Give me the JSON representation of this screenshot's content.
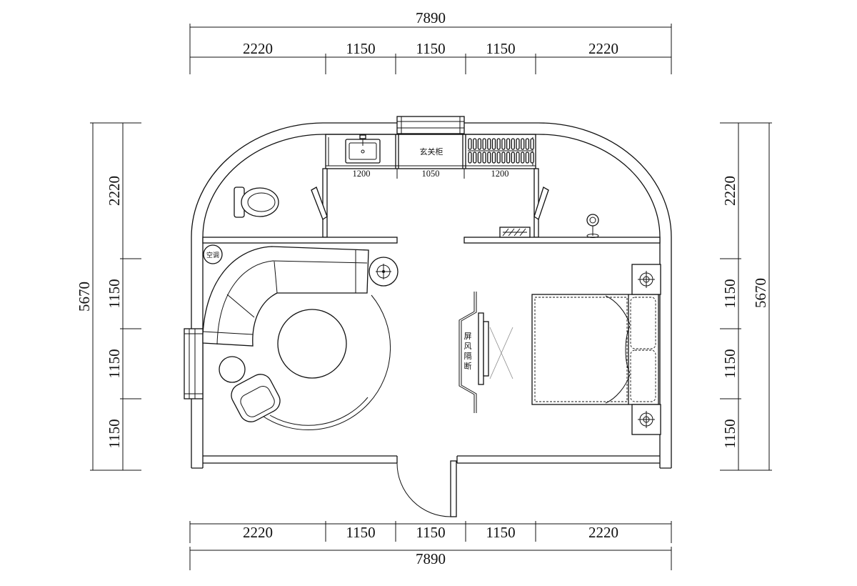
{
  "drawing": {
    "dimensions": {
      "top": {
        "overall": "7890",
        "segments": [
          "2220",
          "1150",
          "1150",
          "1150",
          "2220"
        ]
      },
      "bottom": {
        "overall": "7890",
        "segments": [
          "2220",
          "1150",
          "1150",
          "1150",
          "2220"
        ]
      },
      "left": {
        "overall": "5670",
        "segments": [
          "2220",
          "1150",
          "1150",
          "1150"
        ]
      },
      "right": {
        "overall": "5670",
        "segments": [
          "2220",
          "1150",
          "1150",
          "1150"
        ]
      }
    },
    "cabinet_widths": [
      "1200",
      "1050",
      "1200"
    ],
    "entry_cabinet": "玄关柜",
    "air_conditioner": "空调",
    "screen_partition": "屏风隔断"
  },
  "colors": {
    "line": "#111111",
    "background": "#ffffff",
    "guide": "#8c8c8c"
  }
}
